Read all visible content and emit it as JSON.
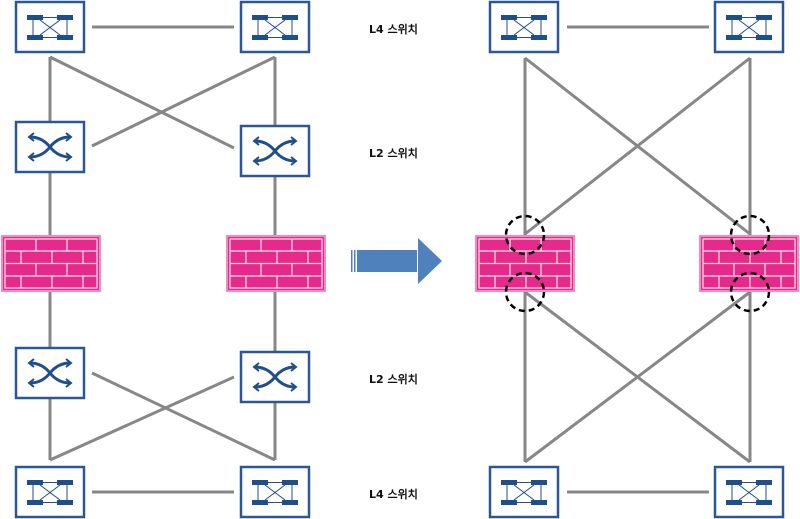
{
  "labels": {
    "l4_top": "L4 스위치",
    "l2_top": "L2 스위치",
    "l2_bottom": "L2 스위치",
    "l4_bottom": "L4 스위치"
  },
  "colors": {
    "device_border": "#2b5797",
    "device_glyph": "#1f4e8c",
    "link": "#878787",
    "firewall_fill": "#e52a8c",
    "firewall_border": "#f08ac2",
    "arrow": "#4f81bd",
    "highlight_circle": "#000000"
  },
  "diagrams": {
    "before": {
      "name": "before-topology",
      "devices": [
        "L4 switch",
        "L4 switch",
        "L2 switch",
        "L2 switch",
        "Firewall",
        "Firewall",
        "L2 switch",
        "L2 switch",
        "L4 switch",
        "L4 switch"
      ]
    },
    "after": {
      "name": "after-topology",
      "devices": [
        "L4 switch",
        "L4 switch",
        "Firewall",
        "Firewall",
        "L4 switch",
        "L4 switch"
      ],
      "highlighted_ports": 4
    }
  }
}
